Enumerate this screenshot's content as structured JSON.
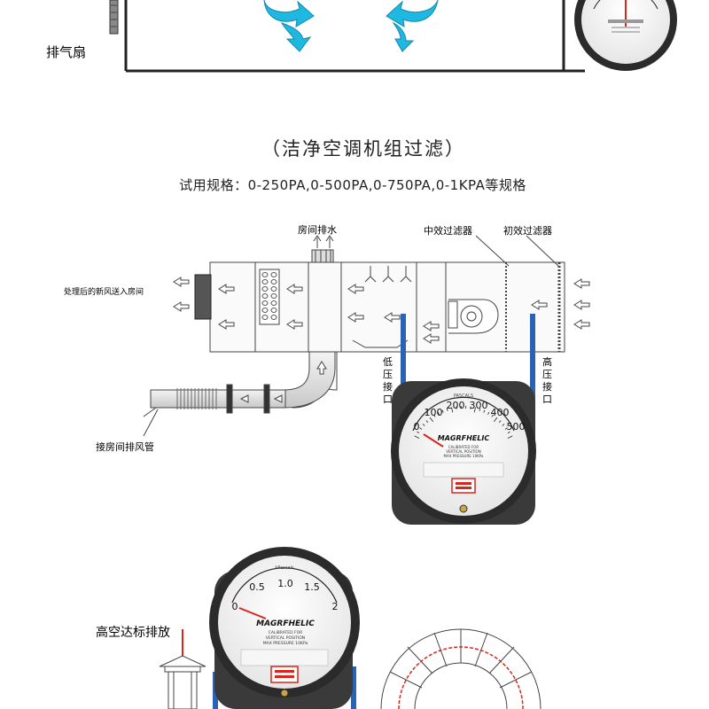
{
  "top": {
    "exhaust_fan_label": "排气扇"
  },
  "section": {
    "title": "（洁净空调机组过滤）",
    "subtitle": "试用规格：0-250PA,0-500PA,0-750PA,0-1KPA等规格"
  },
  "ahu": {
    "room_drain": "房间排水",
    "medium_filter": "中效过滤器",
    "primary_filter": "初效过滤器",
    "supply_to_room": "处理后的新风送入房间",
    "low_port": [
      "低",
      "压",
      "接",
      "口"
    ],
    "high_port": [
      "高",
      "压",
      "接",
      "口"
    ],
    "room_exhaust_duct": "接房间排风管"
  },
  "gauge_main": {
    "brand": "MAGRFHELIC",
    "units": "PASCALS",
    "ticks": [
      "0",
      "100",
      "200",
      "300",
      "400",
      "500"
    ],
    "calib_line1": "CALIBRATED FOR",
    "calib_line2": "VERTICAL POSITION",
    "calib_line3": "MAX PRESSURE 10KPa"
  },
  "gauge_bottom": {
    "brand": "MAGRFHELIC",
    "units": "kPascals",
    "ticks": [
      "0",
      "0.5",
      "1.0",
      "1.5",
      "2"
    ],
    "calib_line1": "CALIBRATED FOR",
    "calib_line2": "VERTICAL POSITION",
    "calib_line3": "MAX PRESSURE 10KPa"
  },
  "bottom": {
    "stack_label": "高空达标排放"
  },
  "colors": {
    "accent_blue": "#2a63b6",
    "arrow_cyan": "#1fb8e0",
    "needle_red": "#d7261c",
    "bezel": "#2b2b2b"
  }
}
